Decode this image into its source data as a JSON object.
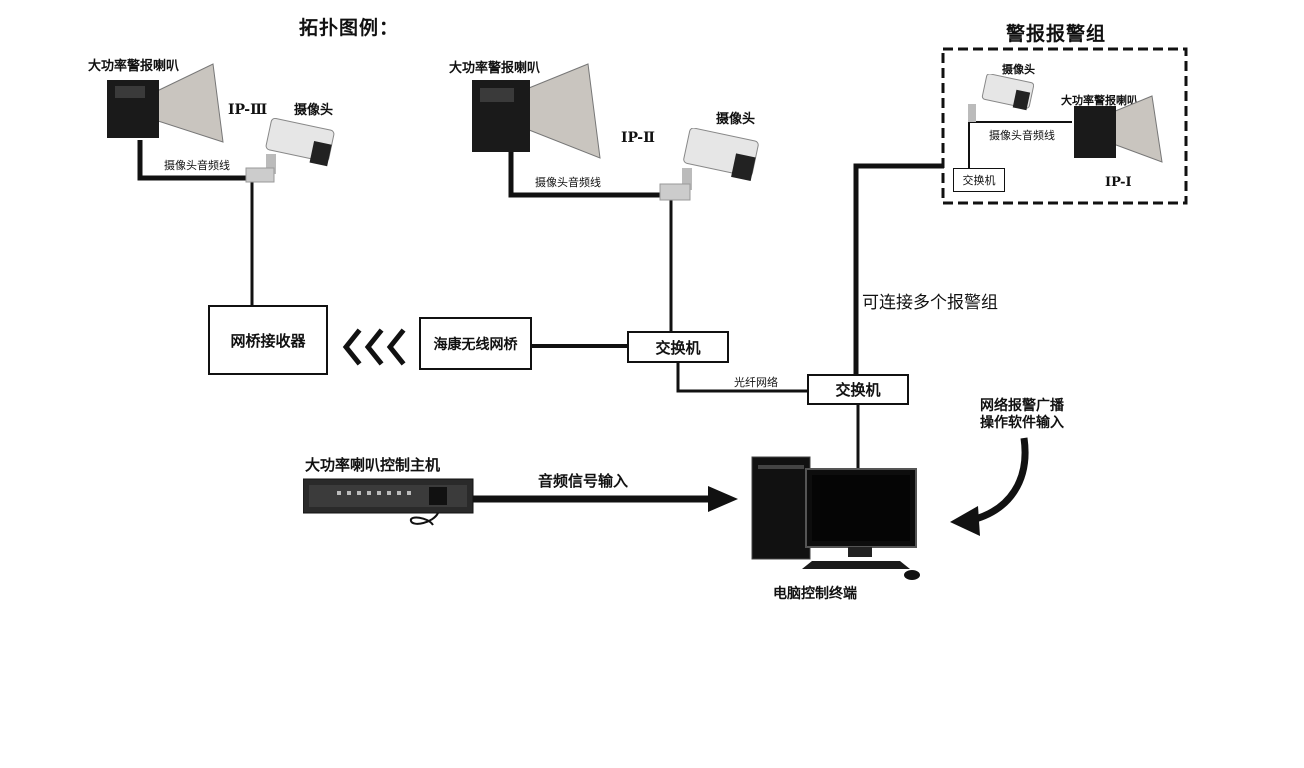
{
  "legend_title": "拓扑图例：",
  "alarm_group": {
    "title": "警报报警组",
    "camera_label": "摄像头",
    "speaker_label": "大功率警报喇叭",
    "cable_label": "摄像头音频线",
    "switch_label": "交换机",
    "ip_label": "IP-Ⅰ"
  },
  "left_node": {
    "speaker_label": "大功率警报喇叭",
    "camera_label": "摄像头",
    "ip_label": "IP-Ⅲ",
    "cable_label": "摄像头音频线"
  },
  "center_node": {
    "speaker_label": "大功率警报喇叭",
    "camera_label": "摄像头",
    "ip_label": "IP-Ⅱ",
    "cable_label": "摄像头音频线"
  },
  "bridge_receiver": "网桥接收器",
  "wireless_bridge": "海康无线网桥",
  "switch_upper": "交换机",
  "switch_lower": "交换机",
  "fiber_label": "光纤网络",
  "multi_group_note": "可连接多个报警组",
  "software_note_line1": "网络报警广播",
  "software_note_line2": "操作软件输入",
  "controller_label": "大功率喇叭控制主机",
  "audio_input_label": "音频信号输入",
  "pc_label": "电脑控制终端"
}
